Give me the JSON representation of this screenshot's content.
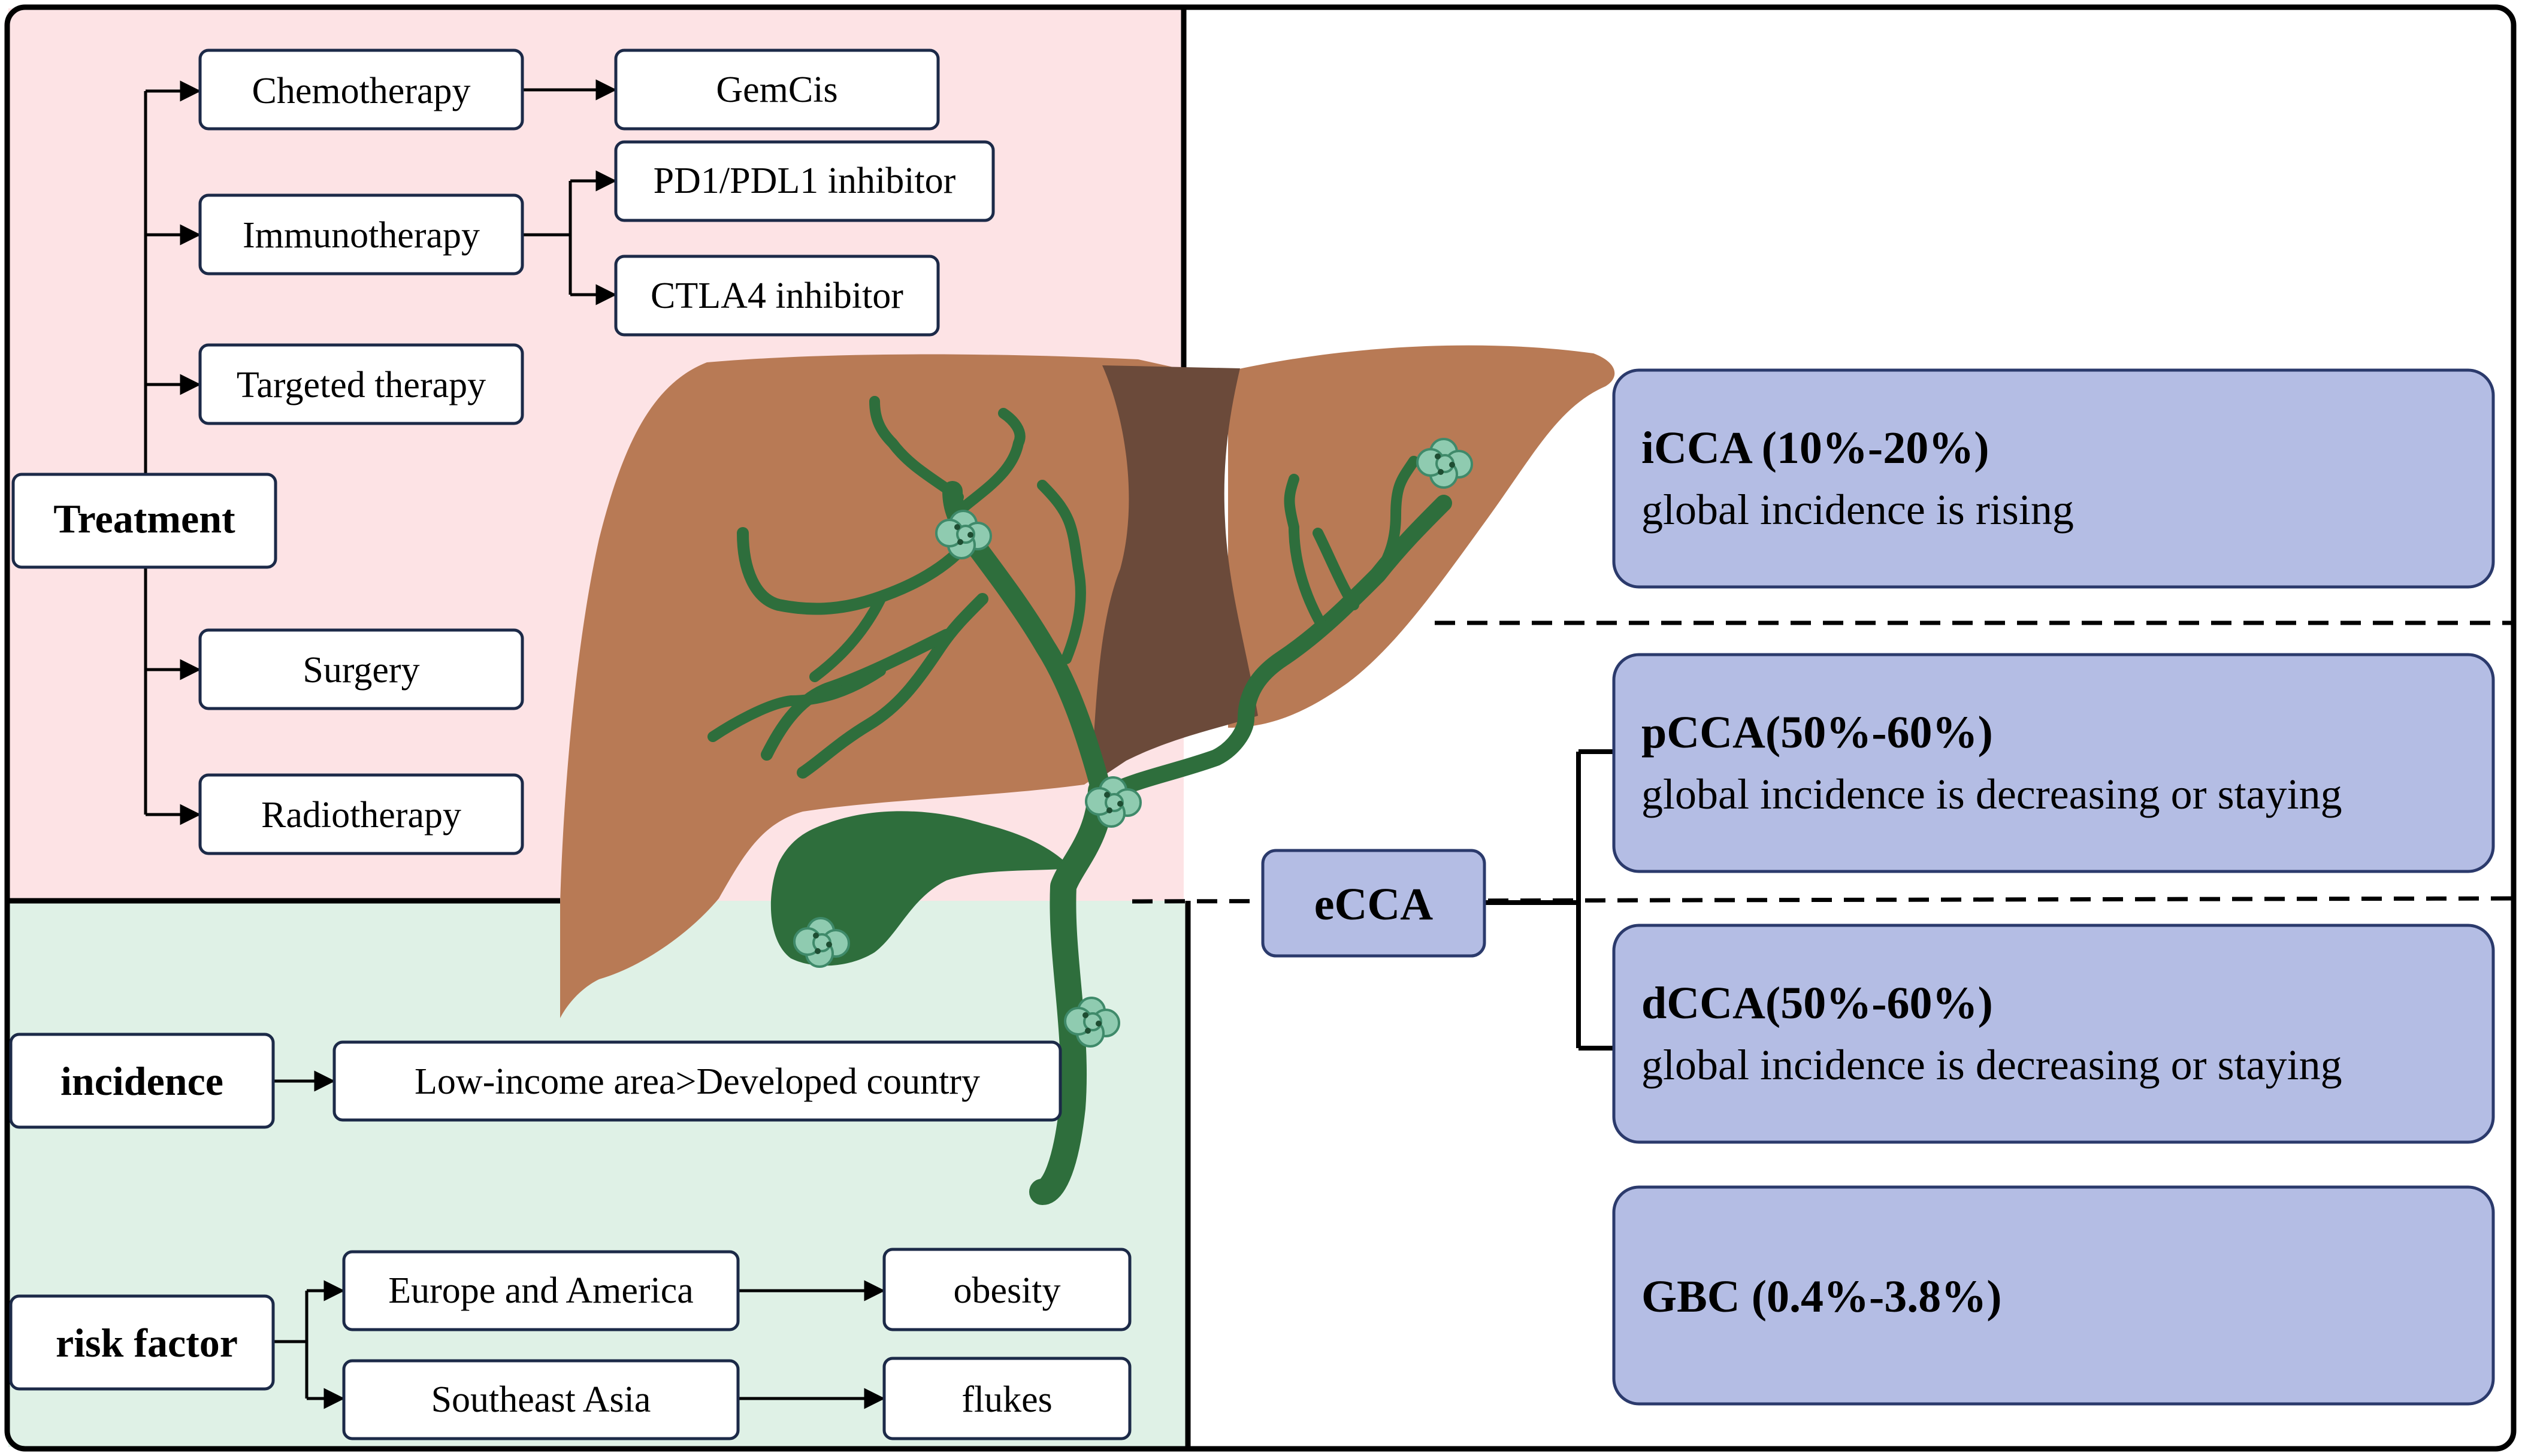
{
  "treatment": {
    "title": "Treatment",
    "chemotherapy": "Chemotherapy",
    "gemcis": "GemCis",
    "immunotherapy": "Immunotherapy",
    "pd1": "PD1/PDL1 inhibitor",
    "ctla4": "CTLA4 inhibitor",
    "targeted": "Targeted therapy",
    "surgery": "Surgery",
    "radiotherapy": "Radiotherapy"
  },
  "incidence": {
    "title": "incidence",
    "value": "Low-income area>Developed country"
  },
  "risk": {
    "title": "risk factor",
    "europe": "Europe and America",
    "asia": "Southeast Asia",
    "obesity": "obesity",
    "flukes": "flukes"
  },
  "types": {
    "icca_title": "iCCA (10%-20%)",
    "icca_desc": "global incidence is rising",
    "ecca": "eCCA",
    "pcca_title": "pCCA(50%-60%)",
    "pcca_desc": "global incidence is decreasing or staying",
    "dcca_title": "dCCA(50%-60%)",
    "dcca_desc": "global incidence is decreasing or staying",
    "gbc_title": "GBC (0.4%-3.8%)"
  },
  "colors": {
    "treatment_bg": "#fde3e5",
    "incidence_bg": "#dff1e6",
    "type_box": "#b4bde4",
    "liver": "#b87a55",
    "ligament": "#6b4a3a",
    "bile_duct": "#2e6e3c",
    "tumor": "#8fcbb0"
  }
}
